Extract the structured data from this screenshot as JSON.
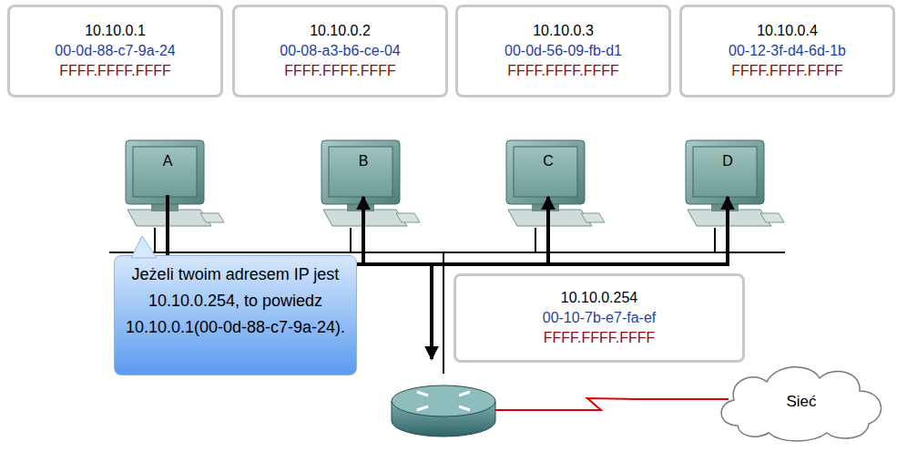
{
  "diagram": {
    "nodes": [
      {
        "text": [
          "10.10.0.1",
          "00-0d-88-c7-9a-24",
          "FFFF.FFFF.FFFF"
        ]
      },
      {
        "text": [
          "10.10.0.2",
          "00-08-a3-b6-ce-04",
          "FFFF.FFFF.FFFF"
        ]
      },
      {
        "text": [
          "10.10.0.3",
          "00-0d-56-09-fb-d1",
          "FFFF.FFFF.FFFF"
        ]
      },
      {
        "text": [
          "10.10.0.4",
          "00-12-3f-d4-6d-1b",
          "FFFF.FFFF.FFFF"
        ]
      },
      {
        "text": [
          "A"
        ]
      },
      {
        "text": [
          "B"
        ]
      },
      {
        "text": [
          "C"
        ]
      },
      {
        "text": [
          "D"
        ]
      },
      {
        "text": [
          "Jeżeli twoim adresem IP jest 10.10.0.254, to powiedz 10.10.0.1(00-0d-88-c7-9a-24)."
        ]
      },
      {
        "text": [
          "10.10.0.254",
          "00-10-7b-e7-fa-ef",
          "FFFF.FFFF.FFFF"
        ]
      },
      {
        "text": [
          "Sieć"
        ]
      }
    ],
    "edges": [
      {
        "from": 4,
        "to": 5,
        "arrow": "to"
      },
      {
        "from": 4,
        "to": 6,
        "arrow": "to"
      },
      {
        "from": 4,
        "to": 7,
        "arrow": "to"
      }
    ]
  }
}
